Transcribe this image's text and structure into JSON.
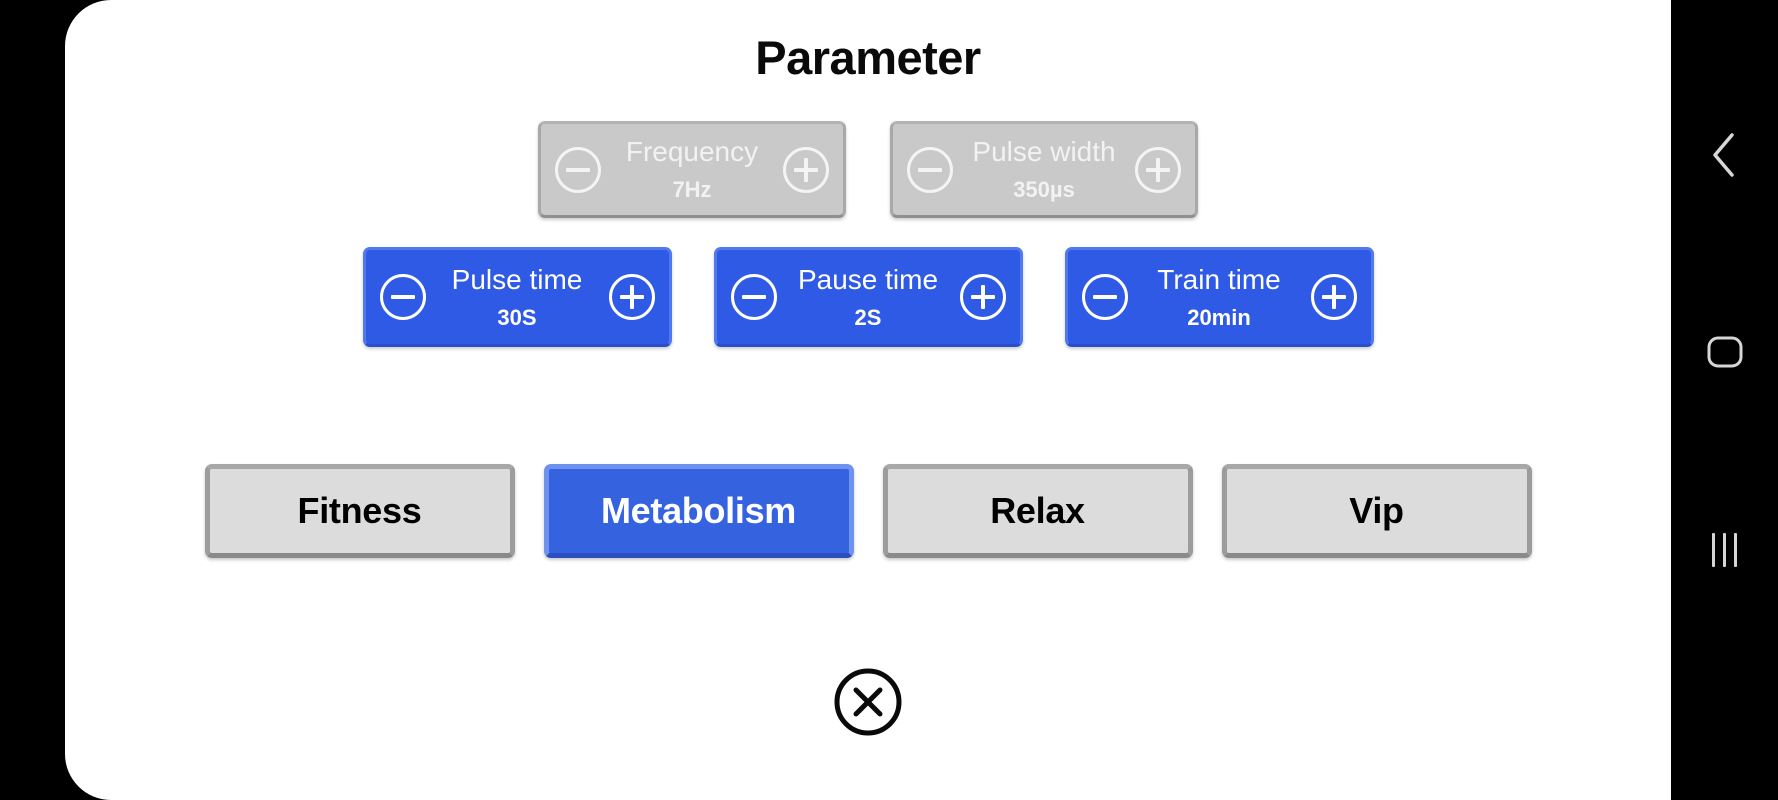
{
  "header": {
    "title": "Parameter"
  },
  "steppers": {
    "row1": [
      {
        "name": "Frequency",
        "value": "7Hz",
        "state": "disabled",
        "decrement_icon": "minus-circle-icon",
        "increment_icon": "plus-circle-icon"
      },
      {
        "name": "Pulse width",
        "value": "350µs",
        "state": "disabled",
        "decrement_icon": "minus-circle-icon",
        "increment_icon": "plus-circle-icon"
      }
    ],
    "row2": [
      {
        "name": "Pulse time",
        "value": "30S",
        "state": "active",
        "decrement_icon": "minus-circle-icon",
        "increment_icon": "plus-circle-icon"
      },
      {
        "name": "Pause time",
        "value": "2S",
        "state": "active",
        "decrement_icon": "minus-circle-icon",
        "increment_icon": "plus-circle-icon"
      },
      {
        "name": "Train time",
        "value": "20min",
        "state": "active",
        "decrement_icon": "minus-circle-icon",
        "increment_icon": "plus-circle-icon"
      }
    ]
  },
  "presets": [
    {
      "label": "Fitness",
      "selected": false
    },
    {
      "label": "Metabolism",
      "selected": true
    },
    {
      "label": "Relax",
      "selected": false
    },
    {
      "label": "Vip",
      "selected": false
    }
  ],
  "close": {
    "icon": "close-circle-icon"
  },
  "nav_bar": {
    "back_icon": "chevron-left-icon",
    "home_icon": "rounded-square-icon",
    "recents_icon": "three-bars-icon"
  },
  "colors": {
    "card_background": "#ffffff",
    "screen_background": "#000000",
    "accent_blue": "#2f5ae6",
    "preset_selected_blue": "#3563e0",
    "disabled_grey": "#c9c9c9",
    "preset_grey": "#dcdcdc",
    "title_text": "#0a0a0a",
    "nav_icon": "#d6d6d6"
  }
}
